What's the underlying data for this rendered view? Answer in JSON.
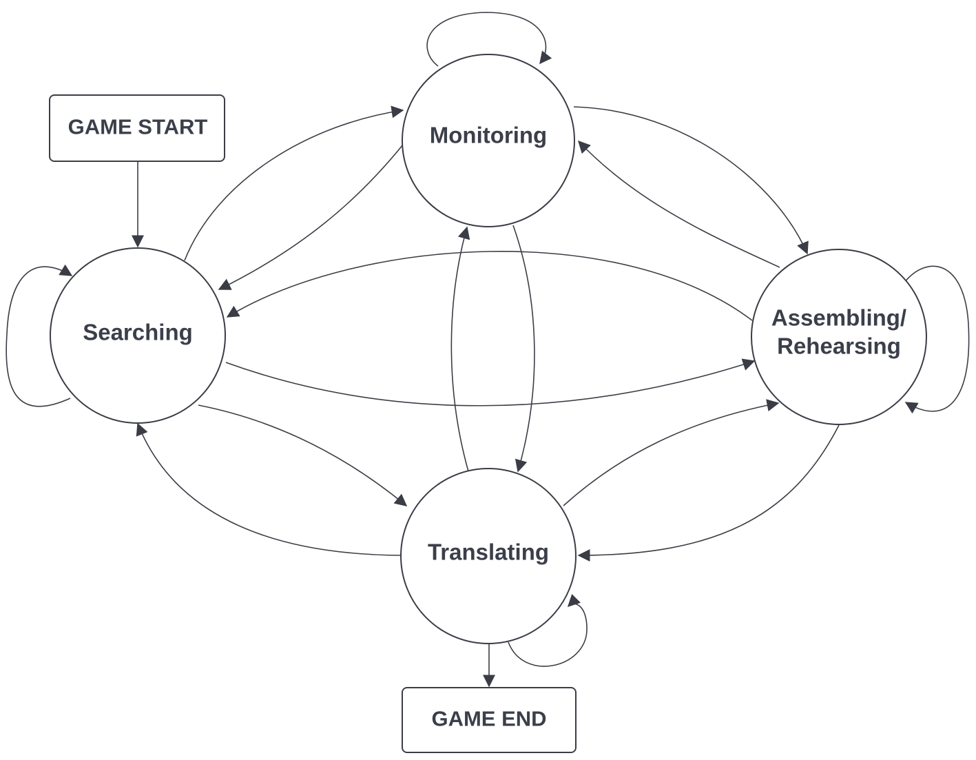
{
  "nodes": {
    "game_start": {
      "label": "GAME START"
    },
    "monitoring": {
      "label": "Monitoring"
    },
    "searching": {
      "label": "Searching"
    },
    "assembling": {
      "label_line1": "Assembling/",
      "label_line2": "Rehearsing"
    },
    "translating": {
      "label": "Translating"
    },
    "game_end": {
      "label": "GAME END"
    }
  },
  "edges": [
    {
      "from": "GAME START",
      "to": "Searching"
    },
    {
      "from": "Searching",
      "to": "Searching"
    },
    {
      "from": "Monitoring",
      "to": "Monitoring"
    },
    {
      "from": "Assembling/Rehearsing",
      "to": "Assembling/Rehearsing"
    },
    {
      "from": "Translating",
      "to": "Translating"
    },
    {
      "from": "Searching",
      "to": "Monitoring"
    },
    {
      "from": "Monitoring",
      "to": "Searching"
    },
    {
      "from": "Monitoring",
      "to": "Assembling/Rehearsing"
    },
    {
      "from": "Assembling/Rehearsing",
      "to": "Monitoring"
    },
    {
      "from": "Assembling/Rehearsing",
      "to": "Searching"
    },
    {
      "from": "Searching",
      "to": "Assembling/Rehearsing"
    },
    {
      "from": "Searching",
      "to": "Translating"
    },
    {
      "from": "Translating",
      "to": "Searching"
    },
    {
      "from": "Translating",
      "to": "Monitoring"
    },
    {
      "from": "Monitoring",
      "to": "Translating"
    },
    {
      "from": "Translating",
      "to": "Assembling/Rehearsing"
    },
    {
      "from": "Assembling/Rehearsing",
      "to": "Translating"
    },
    {
      "from": "Translating",
      "to": "GAME END"
    }
  ],
  "colors": {
    "stroke": "#3a3d45",
    "text": "#3b3f4a",
    "background": "#ffffff"
  }
}
